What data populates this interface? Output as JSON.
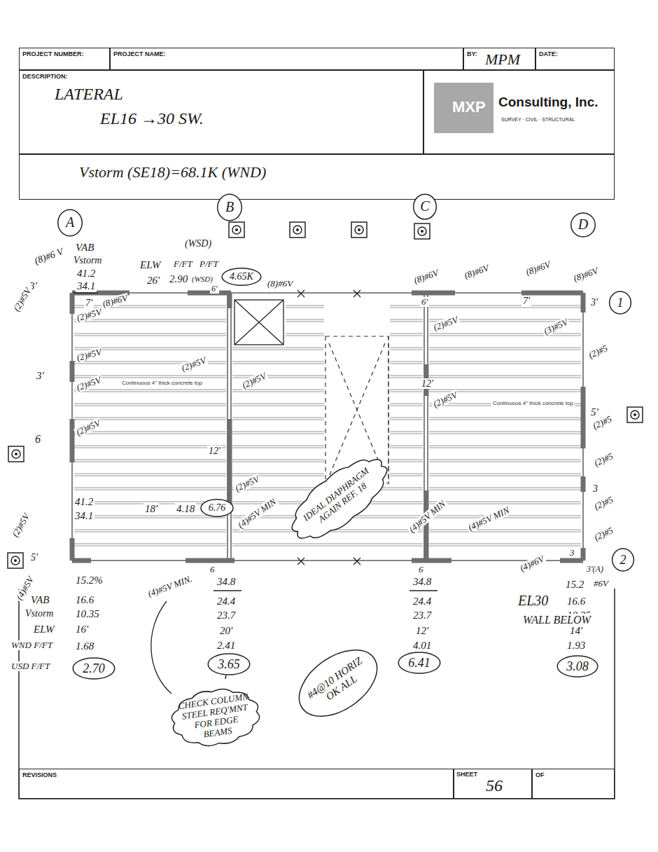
{
  "diagram": {
    "nodes": [
      {
        "text": [
          "PROJECT NUMBER:"
        ]
      },
      {
        "text": [
          "PROJECT NAME:"
        ]
      },
      {
        "text": [
          "BY:",
          "MPM"
        ]
      },
      {
        "text": [
          "DATE:"
        ]
      },
      {
        "text": [
          "DESCRIPTION:",
          "LATERAL",
          "EL16 →30 SW."
        ]
      },
      {
        "text": [
          "Consulting, Inc.",
          "SURVEY · CIVIL · STRUCTURAL"
        ]
      },
      {
        "text": [
          "MXP"
        ],
        "in": 5
      },
      {
        "text": [
          "Vstorm (SE18)=68.1K (WND)"
        ]
      },
      {
        "text": [
          "A"
        ]
      },
      {
        "text": [
          "B"
        ]
      },
      {
        "text": [
          "C"
        ]
      },
      {
        "text": [
          "D"
        ]
      },
      {
        "text": [
          "1"
        ]
      },
      {
        "text": [
          "2"
        ]
      },
      {
        "text": [
          "4.65K"
        ]
      },
      {
        "text": [
          "6.76"
        ]
      },
      {
        "text": [
          "IDEAL DIAPHRAGM AGAIN REF. 18"
        ]
      },
      {
        "text": [
          "2.70"
        ]
      },
      {
        "text": [
          "3.65"
        ]
      },
      {
        "text": [
          "#4@10 HORIZ OK ALL"
        ]
      },
      {
        "text": [
          "6.41"
        ]
      },
      {
        "text": [
          "3.08"
        ]
      },
      {
        "text": [
          "CHECK COLUMN STEEL REQ'MNT FOR EDGE BEAMS"
        ]
      },
      {
        "text": [
          "REVISIONS"
        ]
      },
      {
        "text": [
          "SHEET",
          "56"
        ]
      },
      {
        "text": [
          "OF"
        ]
      }
    ],
    "edges": [
      {
        "from": 18,
        "to": 22,
        "arrow": "none"
      }
    ],
    "labels": [
      "(WSD)",
      "VAB",
      "Vstorm",
      "41.2",
      "34.1",
      "ELW",
      "26'",
      "F/FT",
      "P/FT",
      "2.90",
      "(WSD)",
      "6'",
      "(8)#6V",
      "(8)#6 V",
      "3'",
      "(2)#5V",
      "7'",
      "(8)#6V",
      "(2)#5V",
      "3'",
      "(2)#5V",
      "(2)#5V",
      "(2)#5V",
      "6",
      "(2)#5V",
      "(2)#5V",
      "12'",
      "(2)#5V",
      "(2)#5V",
      "12'",
      "(2)#5V",
      "(8)#6V",
      "6'",
      "(8)#6V",
      "(8)#6V",
      "7'",
      "(8)#6V",
      "3'",
      "(3)#5V",
      "(2)#5",
      "5'",
      "(2)#5",
      "(2)#5",
      "3",
      "(2)#5",
      "(2)#5",
      "3",
      "3'(A)",
      "15.2",
      "#6V",
      "(4)#6V",
      "(4)#5V MIN",
      "(4)#5V MIN",
      "6",
      "6",
      "41.2",
      "34.1",
      "18'",
      "4.18",
      "(4)#5V MIN",
      "5'",
      "(2)#5V",
      "(4)#5V",
      "(4)#5V MIN.",
      "15.2%",
      "VAB",
      "16.6",
      "Vstorm",
      "10.35",
      "ELW",
      "16'",
      "WND F/FT",
      "1.68",
      "USD F/FT",
      "34.8",
      "24.4",
      "23.7",
      "20'",
      "2.41",
      "34.8",
      "24.4",
      "23.7",
      "12'",
      "4.01",
      "16.6",
      "10.35",
      "14'",
      "1.93",
      "EL30",
      "WALL BELOW",
      "Continuous 4\" thick concrete top",
      "Continuous 4\" thick concrete top"
    ]
  }
}
